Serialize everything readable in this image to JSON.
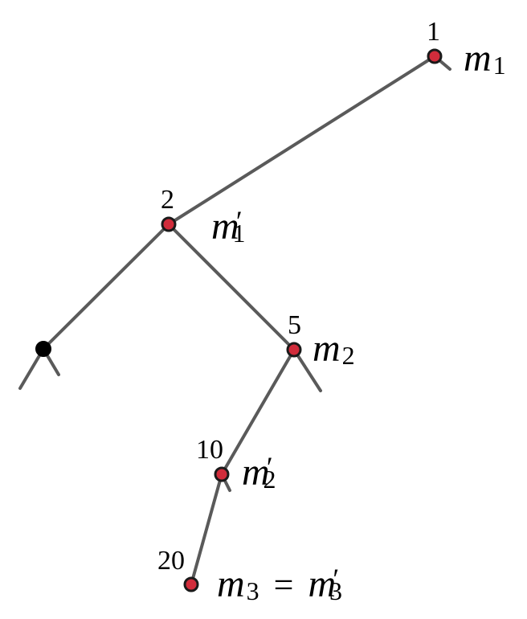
{
  "nodes": [
    {
      "id": "n1",
      "number": "1",
      "var": "m",
      "prime": "",
      "sub": "1",
      "color": "#d12c3b"
    },
    {
      "id": "n2",
      "number": "2",
      "var": "m",
      "prime": "′",
      "sub": "1",
      "color": "#d12c3b"
    },
    {
      "id": "nb",
      "number": "",
      "var": "",
      "prime": "",
      "sub": "",
      "color": "#000000"
    },
    {
      "id": "n5",
      "number": "5",
      "var": "m",
      "prime": "",
      "sub": "2",
      "color": "#d12c3b"
    },
    {
      "id": "n10",
      "number": "10",
      "var": "m",
      "prime": "′",
      "sub": "2",
      "color": "#d12c3b"
    },
    {
      "id": "n20",
      "number": "20",
      "var": "m",
      "prime": "",
      "sub": "3",
      "color": "#d12c3b"
    }
  ],
  "equation": {
    "eq_sign": "=",
    "rhs_var": "m",
    "rhs_prime": "′",
    "rhs_sub": "3"
  },
  "colors": {
    "edge": "#5a5a5a",
    "node_fill": "#d12c3b",
    "node_outline": "#1a1a1a",
    "background": "#ffffff"
  }
}
